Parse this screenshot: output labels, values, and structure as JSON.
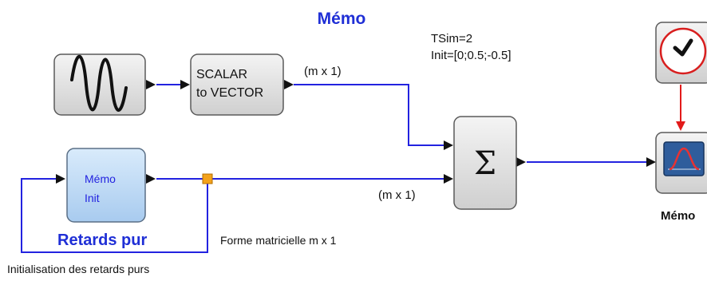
{
  "diagram": {
    "title": "Mémo",
    "params": {
      "line1": "TSim=2",
      "line2": "Init=[0;0.5;-0.5]"
    },
    "blocks": {
      "sine": {
        "icon": "sine-wave-icon"
      },
      "scalar_to_vector": {
        "line1": "SCALAR",
        "line2": "to VECTOR"
      },
      "memo_init": {
        "line1": "Mémo",
        "line2": "Init"
      },
      "sum": {
        "symbol": "Σ"
      },
      "clock": {
        "icon": "clock-icon"
      },
      "scope": {
        "icon": "scope-icon",
        "label": "Mémo"
      }
    },
    "labels": {
      "top_link": "(m x 1)",
      "bottom_link": "(m x 1)",
      "retards": "Retards pur",
      "forme": "Forme matricielle m x 1",
      "init": "Initialisation des retards purs"
    },
    "colors": {
      "title": "#1f2fd6",
      "link": "#2323e0",
      "clock_link": "#e21a1a",
      "split_point": "#f3a21c",
      "memo_block": "#bcd9f5",
      "block_gray": "#e4e4e4"
    }
  }
}
